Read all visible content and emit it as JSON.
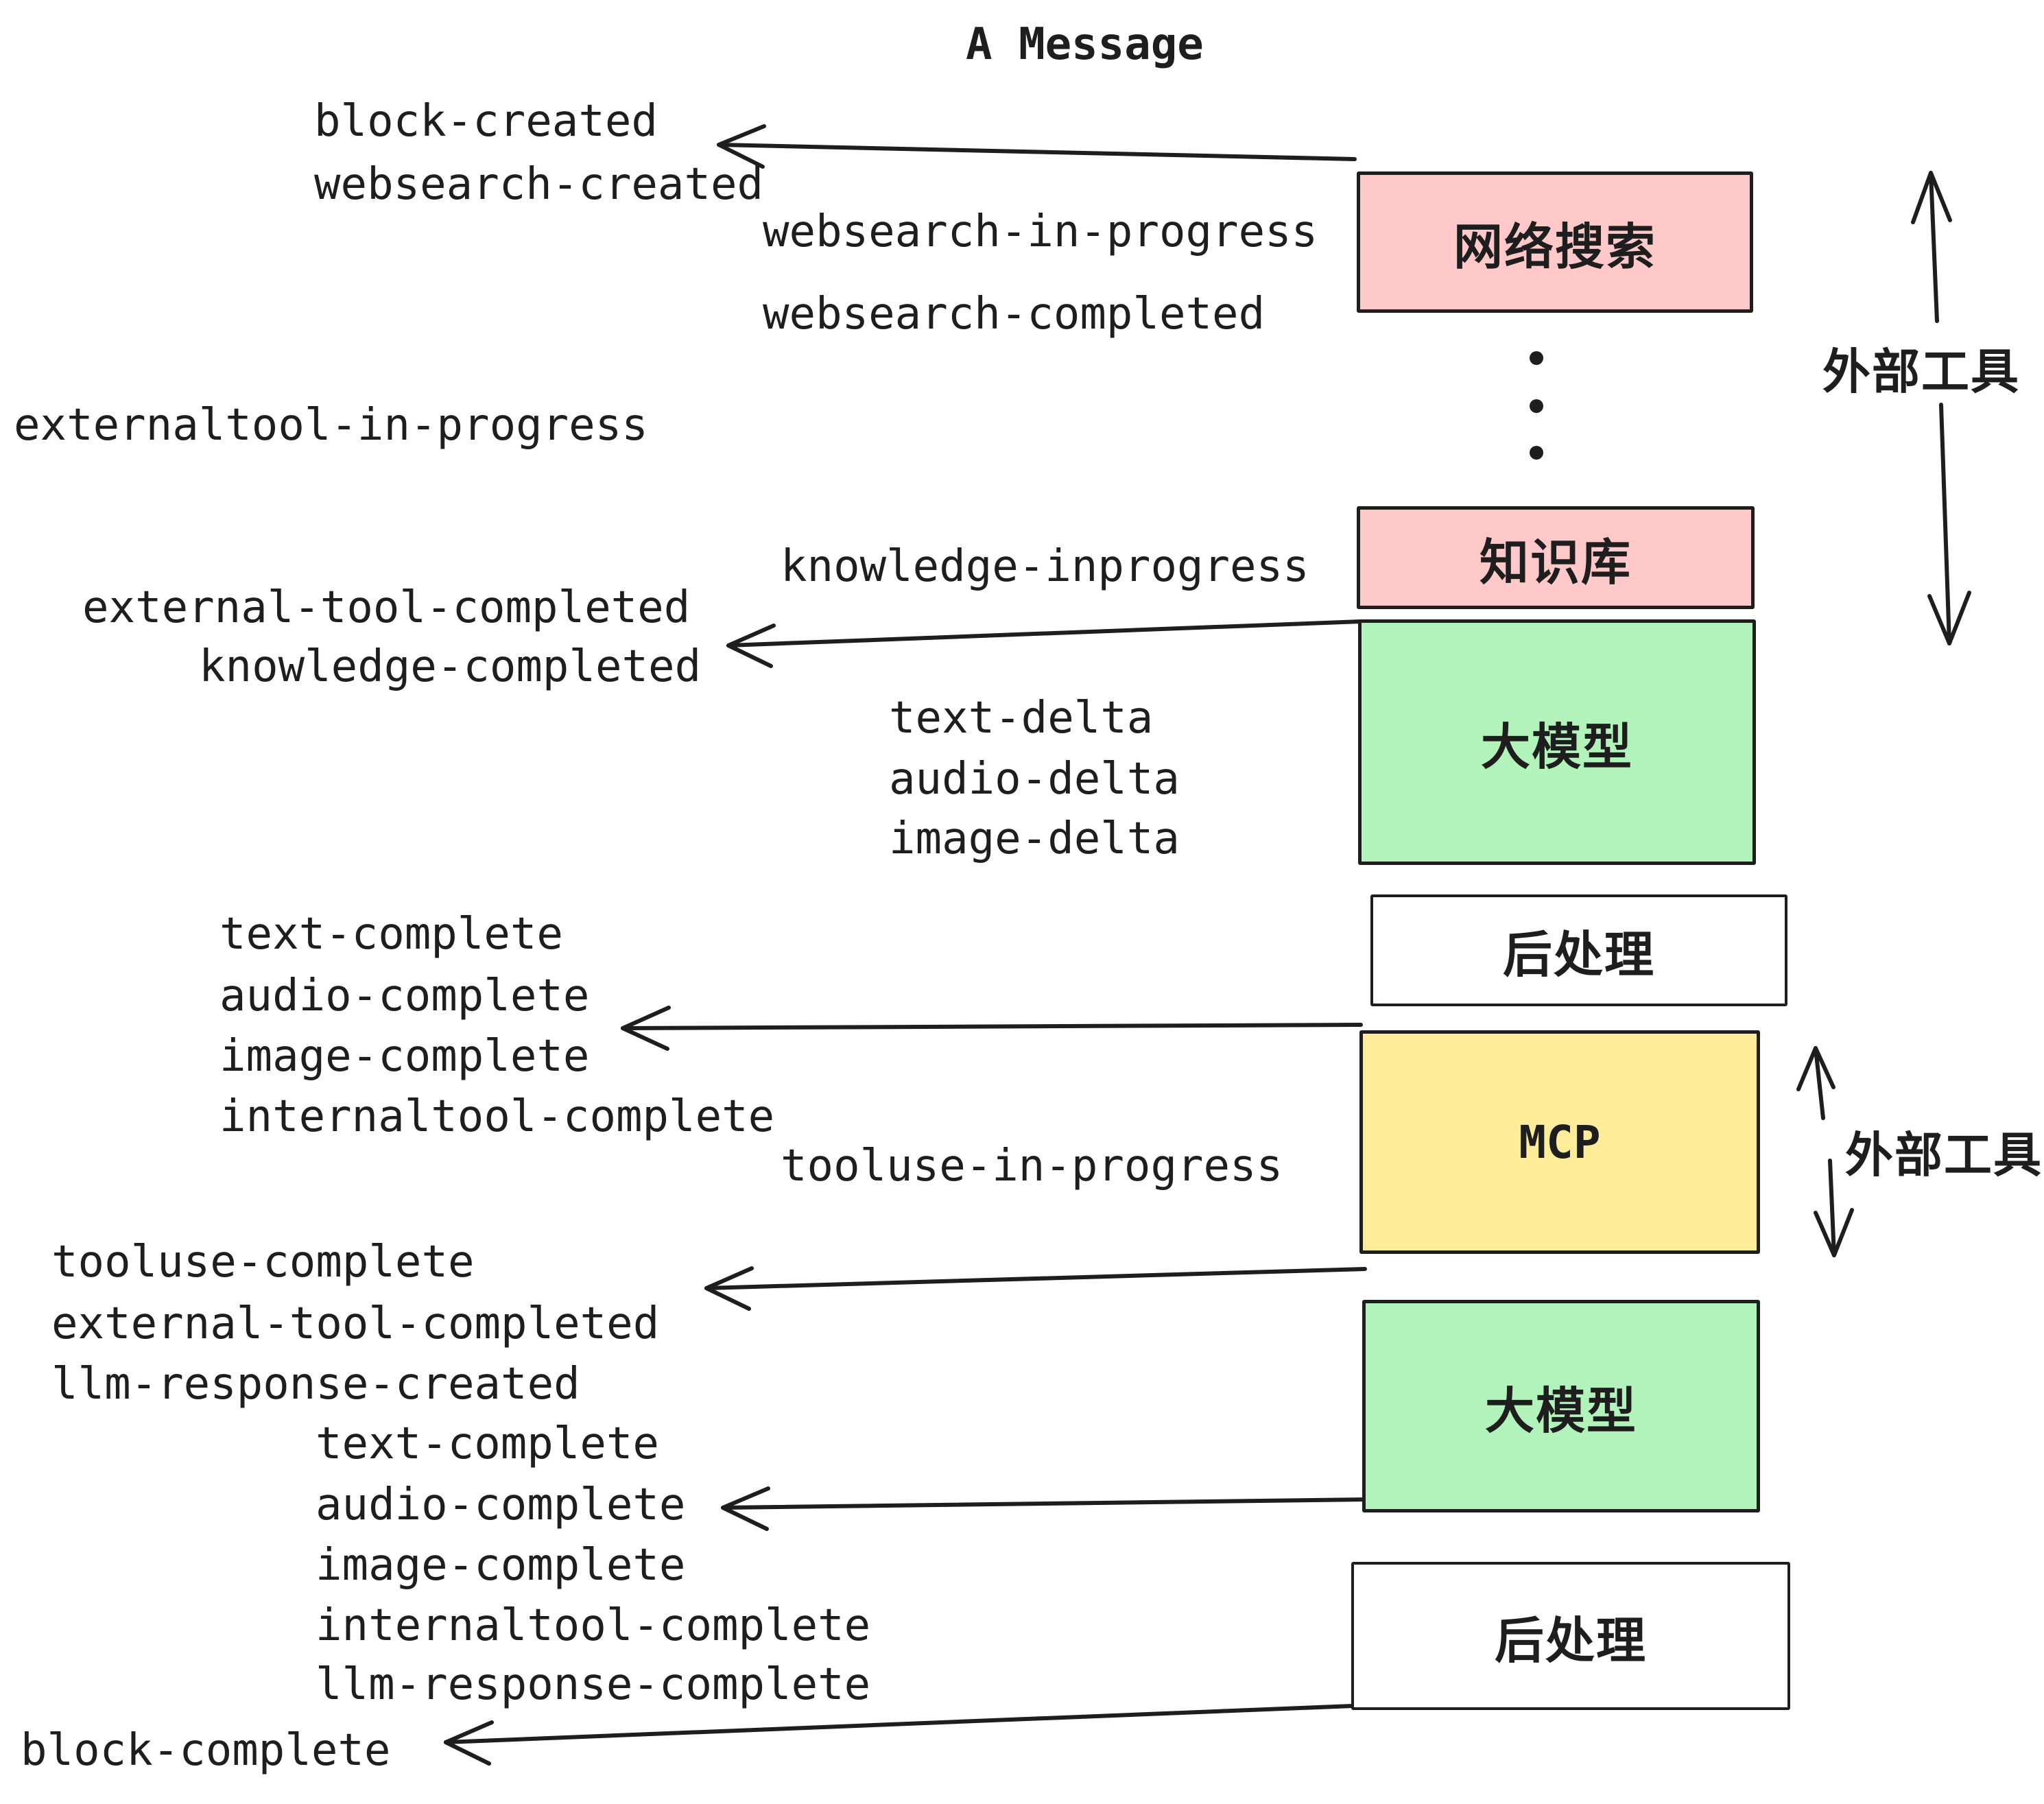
{
  "title": "A Message",
  "colors": {
    "pink": "#ffc9c9",
    "green": "#b2f2bb",
    "yellow": "#ffec99",
    "stroke": "#1e1e1e",
    "background": "#ffffff"
  },
  "boxes": [
    {
      "id": "web-search",
      "label": "网络搜索",
      "fill": "#ffc9c9"
    },
    {
      "id": "knowledge-base",
      "label": "知识库",
      "fill": "#ffc9c9"
    },
    {
      "id": "llm-1",
      "label": "大模型",
      "fill": "#b2f2bb"
    },
    {
      "id": "post-process-1",
      "label": "后处理",
      "fill": "#ffffff"
    },
    {
      "id": "mcp",
      "label": "MCP",
      "fill": "#ffec99"
    },
    {
      "id": "llm-2",
      "label": "大模型",
      "fill": "#b2f2bb"
    },
    {
      "id": "post-process-2",
      "label": "后处理",
      "fill": "#ffffff"
    }
  ],
  "events": [
    {
      "text": "block-created"
    },
    {
      "text": "websearch-created"
    },
    {
      "text": "websearch-in-progress"
    },
    {
      "text": "websearch-completed"
    },
    {
      "text": "externaltool-in-progress"
    },
    {
      "text": "knowledge-inprogress"
    },
    {
      "text": "external-tool-completed"
    },
    {
      "text": "knowledge-completed"
    },
    {
      "text": "text-delta"
    },
    {
      "text": "audio-delta"
    },
    {
      "text": "image-delta"
    },
    {
      "text": "text-complete"
    },
    {
      "text": "audio-complete"
    },
    {
      "text": "image-complete"
    },
    {
      "text": "internaltool-complete"
    },
    {
      "text": "tooluse-in-progress"
    },
    {
      "text": "tooluse-complete"
    },
    {
      "text": "external-tool-completed"
    },
    {
      "text": "llm-response-created"
    },
    {
      "text": "text-complete"
    },
    {
      "text": "audio-complete"
    },
    {
      "text": "image-complete"
    },
    {
      "text": "internaltool-complete"
    },
    {
      "text": "llm-response-complete"
    },
    {
      "text": "block-complete"
    }
  ],
  "annotations": [
    {
      "label": "外部工具"
    },
    {
      "label": "外部工具"
    }
  ],
  "ellipsis": {
    "dot_count": 3
  }
}
